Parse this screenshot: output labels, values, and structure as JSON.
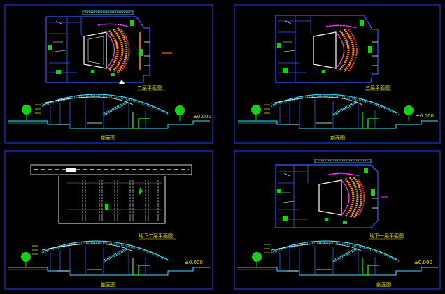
{
  "colors": {
    "background": "#000000",
    "frame": "#1f3fff",
    "wall": "#3b5bff",
    "cyan": "#40e0ff",
    "seat": "#ff8c1a",
    "seat_red": "#ff3030",
    "green": "#19d019",
    "magenta": "#ff3cff",
    "white": "#ffffff",
    "yellow": "#e6e600",
    "gray": "#8c8c8c"
  },
  "sheets": [
    {
      "plan_caption": "二层平面图",
      "section_caption": "剖面图",
      "elev_mark": "±0.000"
    },
    {
      "plan_caption": "三层平面图",
      "section_caption": "剖面图",
      "elev_mark": "±0.000"
    },
    {
      "plan_caption": "地下二层平面图",
      "section_caption": "剖面图",
      "elev_mark": "±0.000"
    },
    {
      "plan_caption": "地下一层平面图",
      "section_caption": "剖面图",
      "elev_mark": "±0.000"
    }
  ]
}
